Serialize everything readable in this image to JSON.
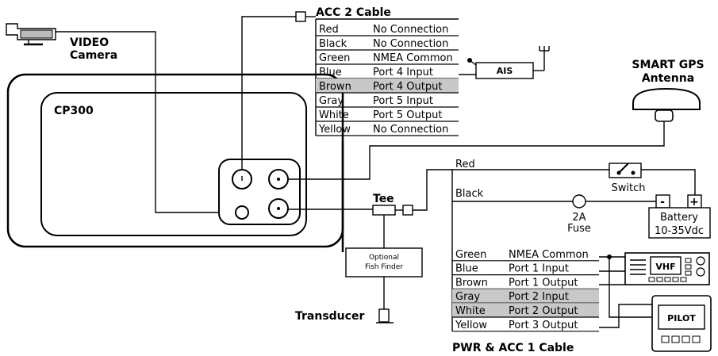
{
  "video_camera": {
    "line1": "VIDEO",
    "line2": "Camera"
  },
  "cp300": {
    "label": "CP300"
  },
  "acc2": {
    "title": "ACC 2 Cable",
    "rows": [
      {
        "wire": "Red",
        "func": "No Connection",
        "shaded": false
      },
      {
        "wire": "Black",
        "func": "No Connection",
        "shaded": false
      },
      {
        "wire": "Green",
        "func": "NMEA Common",
        "shaded": false
      },
      {
        "wire": "Blue",
        "func": "Port 4 Input",
        "shaded": false
      },
      {
        "wire": "Brown",
        "func": "Port 4 Output",
        "shaded": true
      },
      {
        "wire": "Gray",
        "func": "Port 5 Input",
        "shaded": false
      },
      {
        "wire": "White",
        "func": "Port 5 Output",
        "shaded": false
      },
      {
        "wire": "Yellow",
        "func": "No Connection",
        "shaded": false
      }
    ]
  },
  "ais": {
    "label": "AIS"
  },
  "gps": {
    "line1": "SMART GPS",
    "line2": "Antenna"
  },
  "tee": {
    "label": "Tee"
  },
  "fish_finder": {
    "line1": "Optional",
    "line2": "Fish Finder"
  },
  "transducer": {
    "label": "Transducer"
  },
  "power": {
    "red_label": "Red",
    "black_label": "Black",
    "switch_label": "Switch",
    "fuse_line1": "2A",
    "fuse_line2": "Fuse",
    "battery_line1": "Battery",
    "battery_line2": "10-35Vdc",
    "minus": "-",
    "plus": "+"
  },
  "pwr_acc1": {
    "title": "PWR & ACC 1 Cable",
    "rows": [
      {
        "wire": "Green",
        "func": "NMEA Common",
        "shaded": false
      },
      {
        "wire": "Blue",
        "func": "Port 1 Input",
        "shaded": false
      },
      {
        "wire": "Brown",
        "func": "Port 1 Output",
        "shaded": false
      },
      {
        "wire": "Gray",
        "func": "Port 2 Input",
        "shaded": true
      },
      {
        "wire": "White",
        "func": "Port 2 Output",
        "shaded": true
      },
      {
        "wire": "Yellow",
        "func": "Port 3 Output",
        "shaded": false
      }
    ]
  },
  "vhf": {
    "label": "VHF"
  },
  "pilot": {
    "label": "PILOT"
  },
  "colors": {
    "shade": "#c8c8c8",
    "line": "#000000"
  }
}
